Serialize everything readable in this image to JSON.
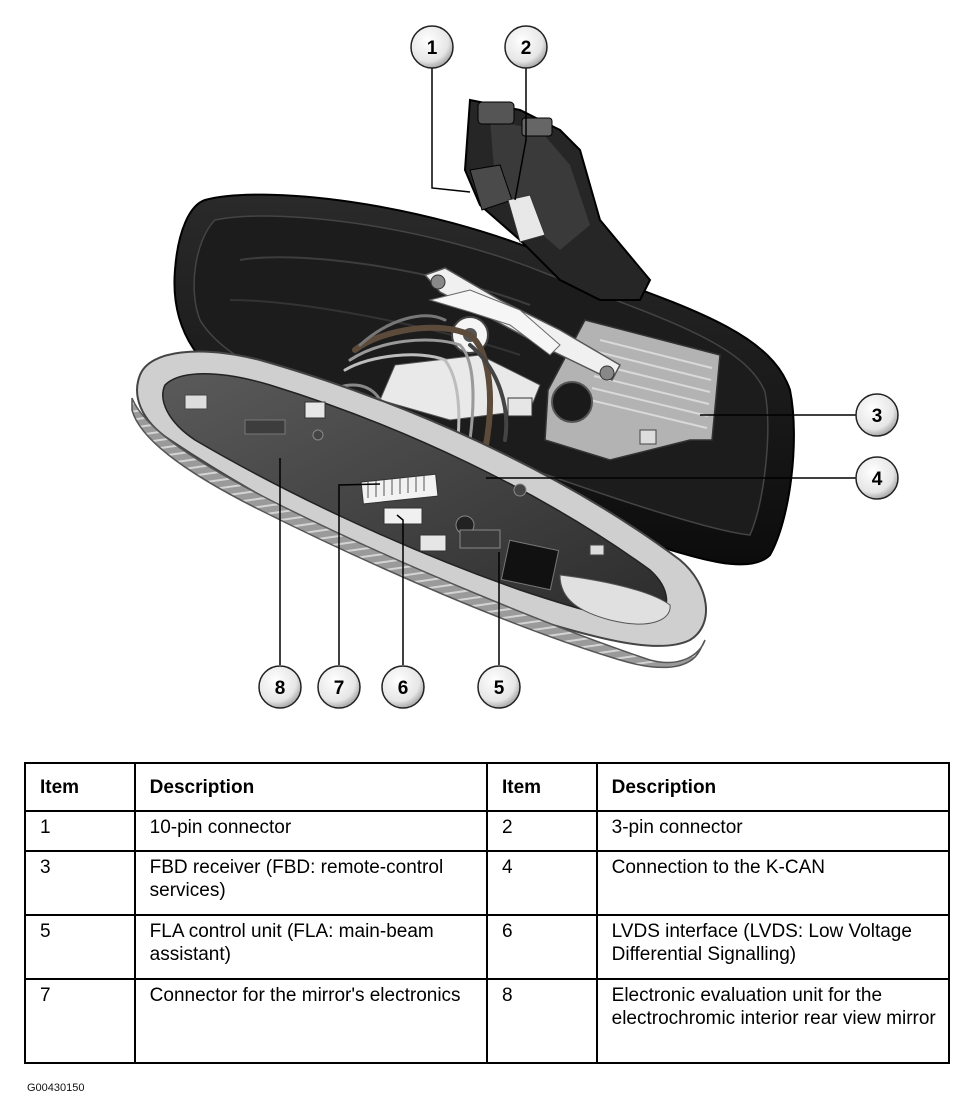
{
  "figure": {
    "callouts": [
      "1",
      "2",
      "3",
      "4",
      "5",
      "6",
      "7",
      "8"
    ],
    "code": "G00430150"
  },
  "table": {
    "headers": [
      "Item",
      "Description",
      "Item",
      "Description"
    ],
    "rows": [
      [
        "1",
        "10-pin connector",
        "2",
        "3-pin connector"
      ],
      [
        "3",
        "FBD receiver (FBD: remote-control services)",
        "4",
        "Connection to the K-CAN"
      ],
      [
        "5",
        "FLA control unit (FLA: main-beam assistant)",
        "6",
        "LVDS interface (LVDS: Low Voltage Differential Signalling)"
      ],
      [
        "7",
        "Connector for the mirror's electronics",
        "8",
        "Electronic evaluation unit for the electrochromic interior rear view mirror"
      ]
    ]
  }
}
